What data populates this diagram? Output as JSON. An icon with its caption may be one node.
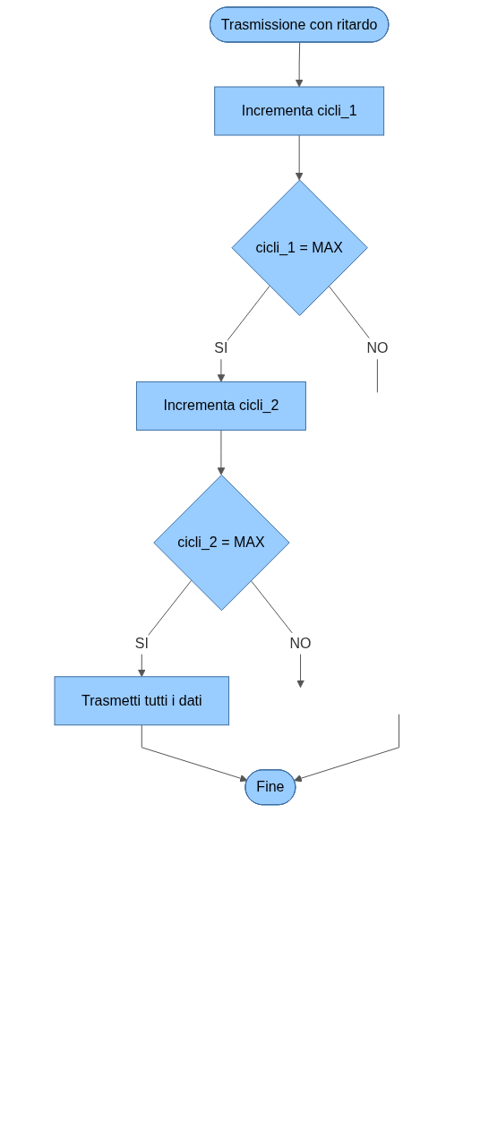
{
  "diagram": {
    "nodes": [
      {
        "text": [
          "Trasmissione con ritardo"
        ]
      },
      {
        "text": [
          "Incrementa cicli_1"
        ]
      },
      {
        "text": [
          "cicli_1 = MAX"
        ]
      },
      {
        "text": [
          "Incrementa cicli_2"
        ]
      },
      {
        "text": [
          "cicli_2 = MAX"
        ]
      },
      {
        "text": [
          "Trasmetti tutti i dati"
        ]
      },
      {
        "text": [
          "Fine"
        ]
      }
    ],
    "edges": [
      {
        "from": 0,
        "to": 1,
        "arrow": "to"
      },
      {
        "from": 1,
        "to": 2,
        "arrow": "to"
      },
      {
        "from": 2,
        "to": null,
        "label": "NO",
        "arrow": "none"
      },
      {
        "from": 2,
        "to": 3,
        "label": "SI",
        "arrow": "to"
      },
      {
        "from": 3,
        "to": 4,
        "arrow": "to"
      },
      {
        "from": 4,
        "to": null,
        "label": "NO",
        "arrow": "to"
      },
      {
        "from": 4,
        "to": 5,
        "label": "SI",
        "arrow": "to"
      },
      {
        "from": 5,
        "to": 6,
        "arrow": "to"
      },
      {
        "from": null,
        "to": 6,
        "arrow": "to"
      }
    ]
  }
}
